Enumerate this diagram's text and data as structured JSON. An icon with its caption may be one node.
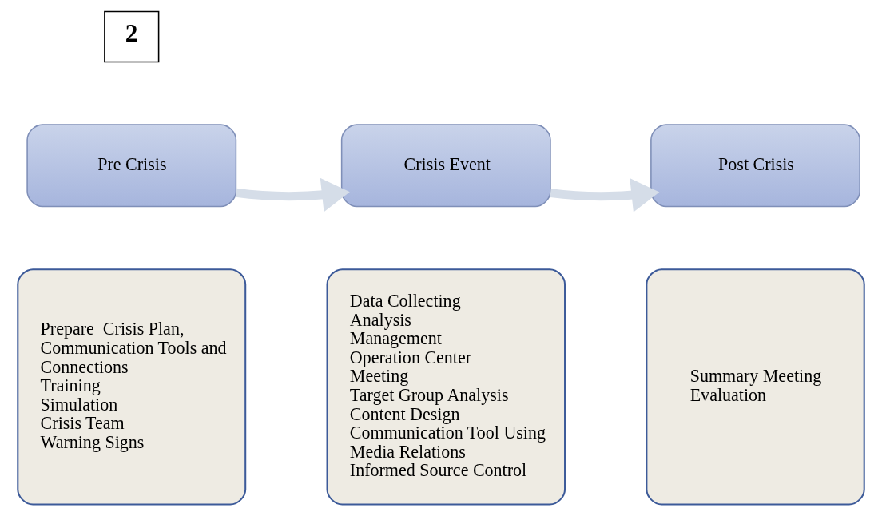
{
  "diagram": {
    "nodes": [
      {
        "text": [
          "2"
        ]
      },
      {
        "text": [
          "Pre Crisis"
        ]
      },
      {
        "text": [
          "Crisis Event"
        ]
      },
      {
        "text": [
          "Post Crisis"
        ]
      },
      {
        "text": [
          "Prepare  Crisis Plan, Communication Tools and Connections",
          "Training",
          "Simulation",
          "Crisis Team",
          "Warning Signs"
        ]
      },
      {
        "text": [
          "Data Collecting",
          "Analysis",
          "Management",
          "Operation Center",
          "Meeting",
          "Target Group Analysis",
          "Content Design",
          "Communication Tool Using",
          "Media Relations",
          "Informed Source Control"
        ]
      },
      {
        "text": [
          "Summary Meeting",
          "Evaluation"
        ]
      }
    ],
    "edges": [
      {
        "from": 1,
        "to": 2,
        "arrow": "to"
      },
      {
        "from": 2,
        "to": 3,
        "arrow": "to"
      }
    ]
  }
}
